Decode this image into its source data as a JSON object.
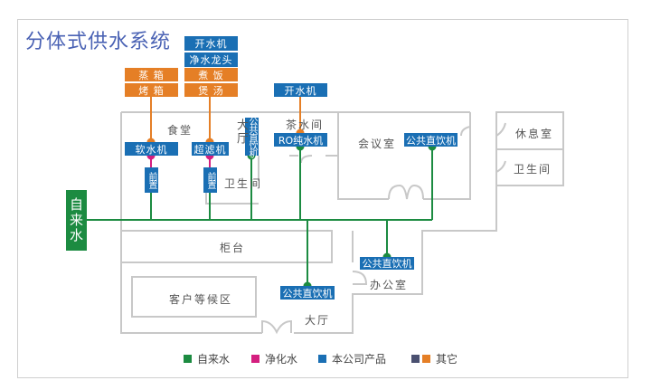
{
  "title": "分体式供水系统",
  "colors": {
    "tap_water": "#1c8b41",
    "purified_water": "#d41f7f",
    "company_product": "#1a6fb4",
    "other_dark": "#4a5070",
    "other_orange": "#e57f26",
    "wall": "#c8c8c8"
  },
  "devices": {
    "kaishuiji_top": "开水机",
    "jingshui_longtou": "净水龙头",
    "zhufan": "煮  饭",
    "baotang": "煲  汤",
    "zhengxiang": "蒸  箱",
    "kaoxiang": "烤  箱",
    "kaishuiji_tea": "开水机",
    "ruanshuiji": "软水机",
    "chaolvji": "超滤机",
    "gonggong_vertical": "公共直饮机",
    "ro": "RO纯水机",
    "gonggong_meeting": "公共直饮机",
    "qianzhi_1": "前置",
    "qianzhi_2": "前置",
    "gonggong_office": "公共直饮机",
    "gonggong_hall": "公共直饮机",
    "tap_water_source": "自来水"
  },
  "rooms": {
    "canteen": "食堂",
    "hall_top": "大厅",
    "restroom_1": "卫生间",
    "tea_room": "茶水间",
    "meeting_room": "会议室",
    "lounge": "休息室",
    "restroom_2": "卫生间",
    "counter": "柜台",
    "waiting_area": "客户等候区",
    "office": "办公室",
    "hall_bottom": "大厅"
  },
  "legend": [
    {
      "label": "自来水"
    },
    {
      "label": "净化水"
    },
    {
      "label": "本公司产品"
    },
    {
      "label": "其它"
    }
  ]
}
